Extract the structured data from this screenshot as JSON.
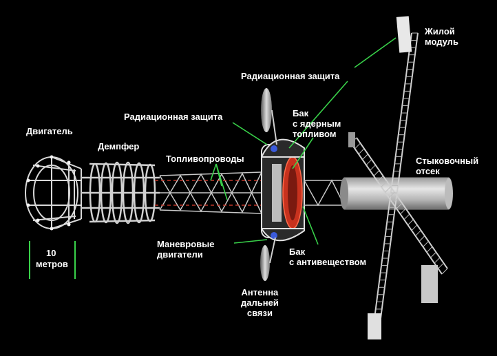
{
  "labels": {
    "engine": "Двигатель",
    "damper": "Демпфер",
    "fuel_lines": "Топливопроводы",
    "radiation_shield_inner": "Радиационная защита",
    "radiation_shield_outer": "Радиационная защита",
    "nuclear_fuel_tank": "Бак\nс ядерным\nтопливом",
    "living_module": "Жилой\nмодуль",
    "docking_bay": "Стыковочный\nотсек",
    "maneuver_engines": "Маневровые\nдвигатели",
    "antimatter_tank": "Бак\nс антивеществом",
    "antenna": "Антенна\nдальней\nсвязи",
    "scale_value": "10",
    "scale_unit": "метров"
  },
  "colors": {
    "background": "#000000",
    "label_text": "#ffffff",
    "leader_line": "#39d24a",
    "structure": "#d8d8d8",
    "fuel_lines_red": "#c0392b",
    "tank_red": "#c8321e"
  }
}
